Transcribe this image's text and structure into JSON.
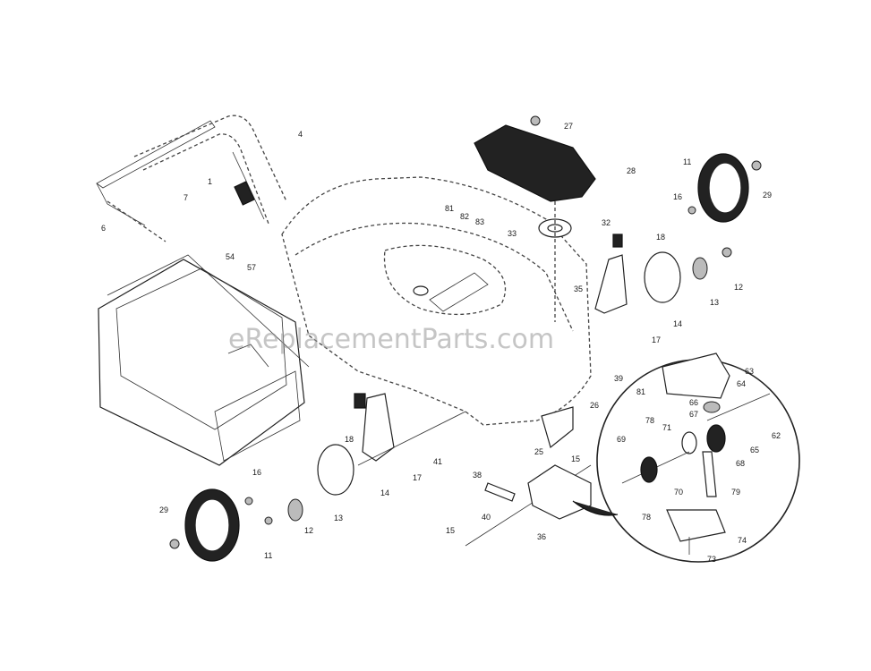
{
  "watermark": "eReplacementParts.com",
  "colors": {
    "line": "#222222",
    "dark_part": "#222222",
    "watermark": "#969696"
  },
  "callouts": [
    {
      "id": "c4",
      "text": "4"
    },
    {
      "id": "c1",
      "text": "1"
    },
    {
      "id": "c7",
      "text": "7"
    },
    {
      "id": "c6",
      "text": "6"
    },
    {
      "id": "c54",
      "text": "54"
    },
    {
      "id": "c57",
      "text": "57"
    },
    {
      "id": "c81a",
      "text": "81"
    },
    {
      "id": "c82",
      "text": "82"
    },
    {
      "id": "c83",
      "text": "83"
    },
    {
      "id": "c33",
      "text": "33"
    },
    {
      "id": "c27",
      "text": "27"
    },
    {
      "id": "c28",
      "text": "28"
    },
    {
      "id": "c32",
      "text": "32"
    },
    {
      "id": "c18a",
      "text": "18"
    },
    {
      "id": "c35",
      "text": "35"
    },
    {
      "id": "c11a",
      "text": "11"
    },
    {
      "id": "c16a",
      "text": "16"
    },
    {
      "id": "c29a",
      "text": "29"
    },
    {
      "id": "c12a",
      "text": "12"
    },
    {
      "id": "c13a",
      "text": "13"
    },
    {
      "id": "c14a",
      "text": "14"
    },
    {
      "id": "c17a",
      "text": "17"
    },
    {
      "id": "c39",
      "text": "39"
    },
    {
      "id": "c81b",
      "text": "81"
    },
    {
      "id": "c66",
      "text": "66"
    },
    {
      "id": "c67",
      "text": "67"
    },
    {
      "id": "c63",
      "text": "63"
    },
    {
      "id": "c64",
      "text": "64"
    },
    {
      "id": "c62",
      "text": "62"
    },
    {
      "id": "c65",
      "text": "65"
    },
    {
      "id": "c68",
      "text": "68"
    },
    {
      "id": "c78a",
      "text": "78"
    },
    {
      "id": "c69",
      "text": "69"
    },
    {
      "id": "c71",
      "text": "71"
    },
    {
      "id": "c70",
      "text": "70"
    },
    {
      "id": "c79a",
      "text": "79"
    },
    {
      "id": "c78b",
      "text": "78"
    },
    {
      "id": "c74",
      "text": "74"
    },
    {
      "id": "c73",
      "text": "73"
    },
    {
      "id": "c26",
      "text": "26"
    },
    {
      "id": "c25",
      "text": "25"
    },
    {
      "id": "c15a",
      "text": "15"
    },
    {
      "id": "c15b",
      "text": "15"
    },
    {
      "id": "c36",
      "text": "36"
    },
    {
      "id": "c40",
      "text": "40"
    },
    {
      "id": "c38",
      "text": "38"
    },
    {
      "id": "c18b",
      "text": "18"
    },
    {
      "id": "c41",
      "text": "41"
    },
    {
      "id": "c17b",
      "text": "17"
    },
    {
      "id": "c14b",
      "text": "14"
    },
    {
      "id": "c16b",
      "text": "16"
    },
    {
      "id": "c13b",
      "text": "13"
    },
    {
      "id": "c12b",
      "text": "12"
    },
    {
      "id": "c29b",
      "text": "29"
    },
    {
      "id": "c11b",
      "text": "11"
    }
  ]
}
